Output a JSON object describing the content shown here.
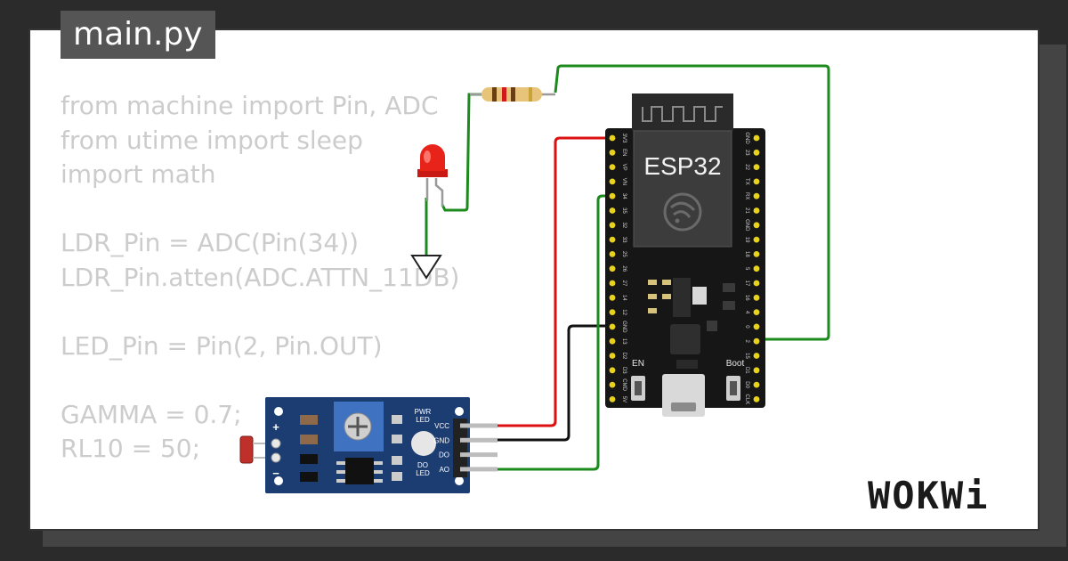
{
  "file_tab": {
    "label": "main.py"
  },
  "code_lines": [
    "from machine import Pin, ADC",
    "from utime import sleep",
    "import math",
    "",
    "LDR_Pin = ADC(Pin(34))",
    "LDR_Pin.atten(ADC.ATTN_11DB)",
    "",
    "LED_Pin = Pin(2, Pin.OUT)",
    "",
    "GAMMA = 0.7;",
    "RL10 = 50;"
  ],
  "esp32": {
    "chip_label": "ESP32",
    "left_pins": [
      "3V3",
      "EN",
      "VP",
      "VN",
      "34",
      "35",
      "32",
      "33",
      "25",
      "26",
      "27",
      "14",
      "12",
      "GND",
      "13",
      "D2",
      "D3",
      "CMD",
      "5V"
    ],
    "right_pins": [
      "GND",
      "23",
      "22",
      "TX",
      "RX",
      "21",
      "GND",
      "19",
      "18",
      "5",
      "17",
      "16",
      "4",
      "0",
      "2",
      "15",
      "D1",
      "D0",
      "CLK"
    ],
    "button_en": "EN",
    "button_boot": "Boot"
  },
  "ldr_module": {
    "pins": [
      "VCC",
      "GND",
      "DO",
      "AO"
    ],
    "pwr_led_label": "PWR\nLED",
    "do_led_label": "DO\nLED",
    "plus_label": "+",
    "minus_label": "−"
  },
  "brand": {
    "name": "WOKWi"
  },
  "colors": {
    "wire_green": "#1d8a1d",
    "wire_red": "#dd1111",
    "wire_black": "#111111",
    "led_red": "#e8241a",
    "board_blue": "#1c3d72",
    "esp_board": "#161616"
  }
}
